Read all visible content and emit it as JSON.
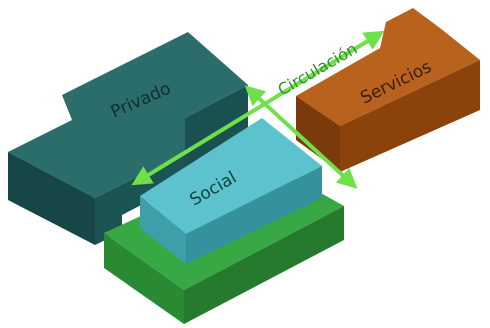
{
  "diagram": {
    "blocks": {
      "privado": {
        "label": "Privado",
        "color": "#1f5b5a"
      },
      "servicios": {
        "label": "Servicios",
        "color": "#a4510f"
      },
      "social": {
        "label": "Social",
        "color": "#4bb3bf"
      },
      "base": {
        "color": "#2e9a3b"
      }
    },
    "circulation": {
      "label": "Circulación",
      "color": "#6fe04a"
    }
  }
}
